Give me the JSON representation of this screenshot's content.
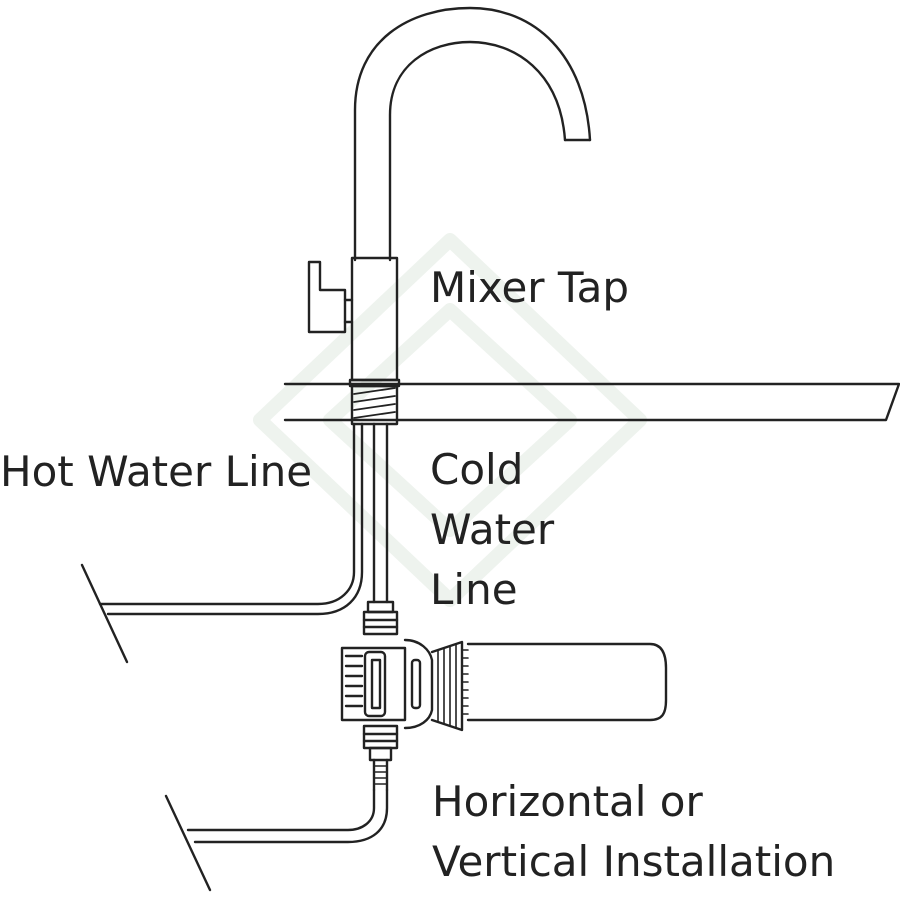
{
  "labels": {
    "mixer_tap": "Mixer Tap",
    "hot_water_line": "Hot Water Line",
    "cold_water_line": [
      "Cold",
      "Water",
      "Line"
    ],
    "installation": [
      "Horizontal or",
      "Vertical Installation"
    ]
  },
  "colors": {
    "line": "#222222",
    "background": "#ffffff",
    "watermark": "#eef3ee"
  }
}
